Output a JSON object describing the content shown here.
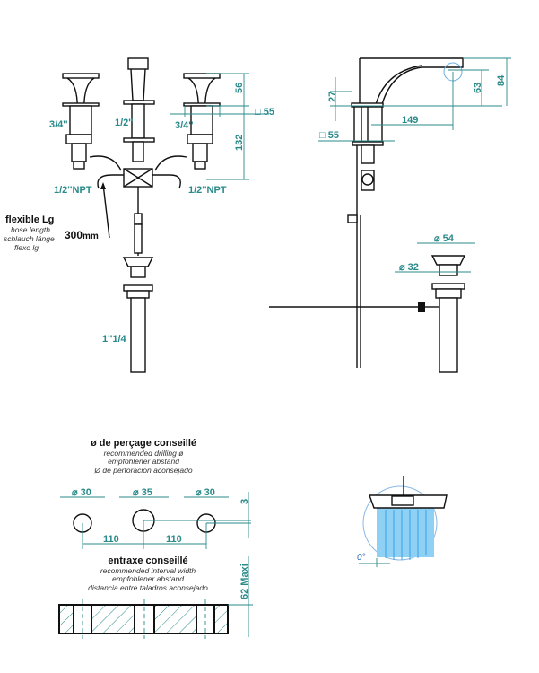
{
  "front_view": {
    "thread_left": "3/4''",
    "thread_center": "1/2''",
    "thread_right": "3/4''",
    "npt_left": "1/2''NPT",
    "npt_right": "1/2''NPT",
    "dim_handle_height": "56",
    "dim_body_height": "132",
    "dim_square": "□ 55",
    "hose_title": "flexible Lg",
    "hose_en": "hose length",
    "hose_de": "schlauch länge",
    "hose_es": "flexo lg",
    "hose_length": "300",
    "hose_unit": "mm",
    "drain_thread": "1''1/4"
  },
  "side_view": {
    "dim_27": "27",
    "dim_63": "63",
    "dim_84": "84",
    "dim_149": "149",
    "dim_square": "□ 55",
    "dim_drain_54": "⌀ 54",
    "dim_drain_32": "⌀ 32"
  },
  "drilling": {
    "title": "ø de perçage conseillé",
    "en": "recommended drilling ø",
    "de": "empfohlener abstand",
    "es": "Ø de perforación aconsejado",
    "dia_left": "⌀ 30",
    "dia_center": "⌀ 35",
    "dia_right": "⌀ 30",
    "offset": "3",
    "spacing_left": "110",
    "spacing_right": "110"
  },
  "interval": {
    "title": "entraxe conseillé",
    "en": "recommended interval width",
    "de": "empfohlener abstand",
    "es": "distancia entre taladros aconsejado",
    "max_thickness": "62 Maxi"
  },
  "detail": {
    "angle": "0°"
  },
  "colors": {
    "dimension": "#2a8a8a",
    "water": "#8fd0f5"
  }
}
